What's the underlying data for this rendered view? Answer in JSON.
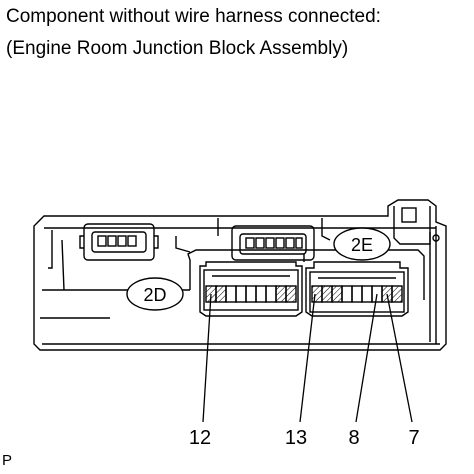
{
  "caption": {
    "line1": "Component without wire harness connected:",
    "line2": "(Engine Room Junction Block Assembly)"
  },
  "connectors": {
    "left": "2D",
    "right": "2E"
  },
  "pins": [
    "12",
    "13",
    "8",
    "7"
  ],
  "code": "P"
}
